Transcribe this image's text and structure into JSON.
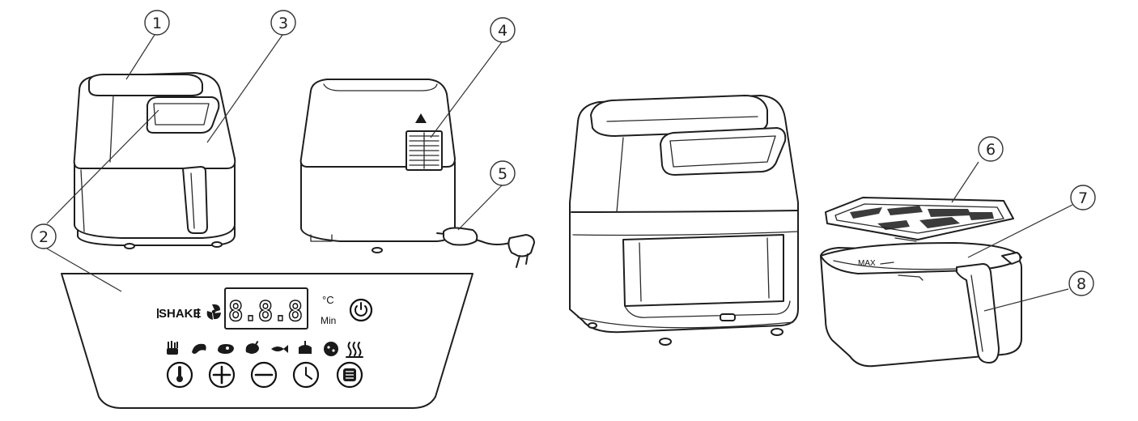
{
  "callouts": [
    {
      "number": "1"
    },
    {
      "number": "2"
    },
    {
      "number": "3"
    },
    {
      "number": "4"
    },
    {
      "number": "5"
    },
    {
      "number": "6"
    },
    {
      "number": "7"
    },
    {
      "number": "8"
    }
  ],
  "control_panel": {
    "shake_label": "SHAKE",
    "display_value": "8.8.8",
    "unit_celsius": "°C",
    "unit_minutes": "Min"
  },
  "basket": {
    "max_mark": "MAX"
  },
  "icons": {
    "preset_row": [
      "fries-icon",
      "shrimp-icon",
      "steak-icon",
      "chicken-icon",
      "fish-icon",
      "cake-icon",
      "pizza-icon",
      "keep-warm-icon"
    ],
    "button_row": [
      "thermometer-icon",
      "plus-icon",
      "minus-icon",
      "timer-icon",
      "menu-icon"
    ]
  }
}
